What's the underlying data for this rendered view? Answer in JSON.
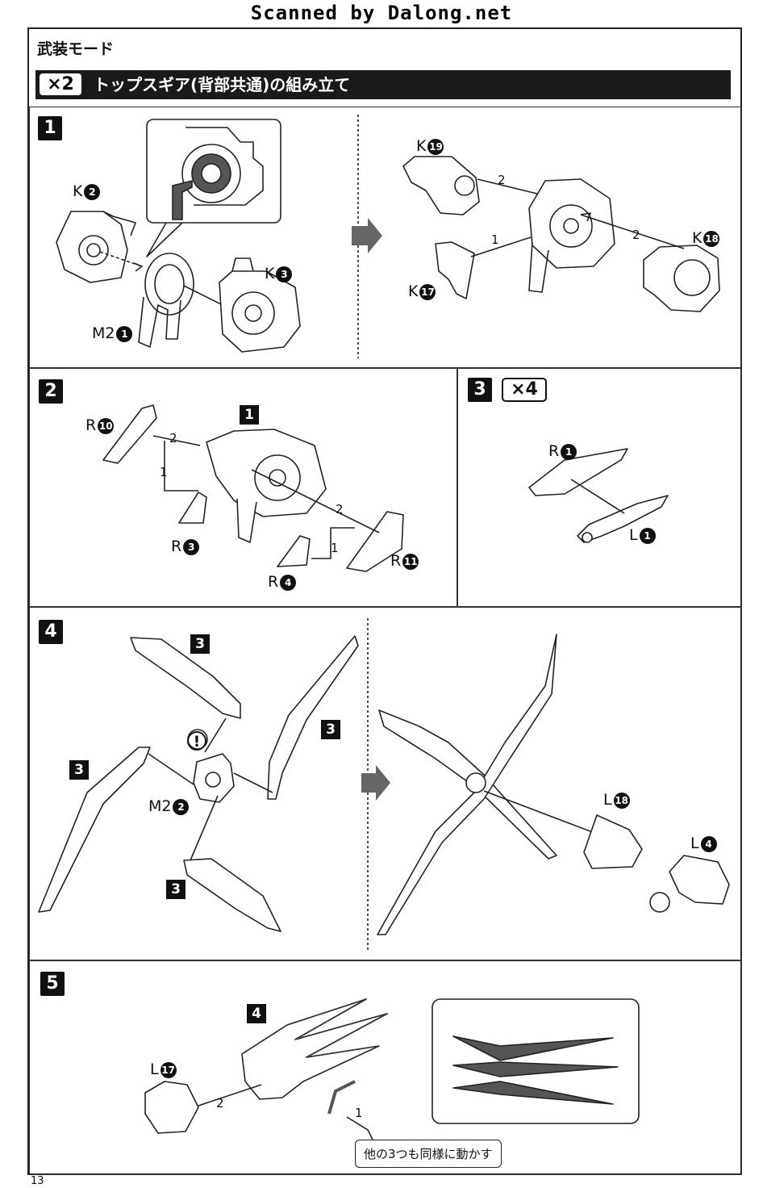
{
  "watermark": "Scanned by Dalong.net",
  "mode_title": "武装モード",
  "subsection": {
    "multiplier": "×2",
    "title": "トップスギア(背部共通)の組み立て"
  },
  "steps": {
    "s1": {
      "number": "1",
      "parts": {
        "k2": "K",
        "k2_n": "2",
        "k3": "K",
        "k3_n": "3",
        "m2_1": "M2",
        "m2_1_n": "1",
        "k19": "K",
        "k19_n": "19",
        "k17": "K",
        "k17_n": "17",
        "k18": "K",
        "k18_n": "18"
      },
      "order": {
        "a": "2",
        "b": "1",
        "c": "2"
      }
    },
    "s2": {
      "number": "2",
      "ref": "1",
      "parts": {
        "r10": "R",
        "r10_n": "10",
        "r3": "R",
        "r3_n": "3",
        "r4": "R",
        "r4_n": "4",
        "r11": "R",
        "r11_n": "11"
      },
      "order": {
        "a": "2",
        "b": "1",
        "c": "2",
        "d": "1"
      }
    },
    "s3": {
      "number": "3",
      "multiplier": "×4",
      "parts": {
        "r1": "R",
        "r1_n": "1",
        "l1": "L",
        "l1_n": "1"
      }
    },
    "s4": {
      "number": "4",
      "refs": {
        "a": "3",
        "b": "3",
        "c": "3",
        "d": "3"
      },
      "caution": "!",
      "parts": {
        "m2_2": "M2",
        "m2_2_n": "2",
        "l18": "L",
        "l18_n": "18",
        "l4": "L",
        "l4_n": "4"
      }
    },
    "s5": {
      "number": "5",
      "ref": "4",
      "parts": {
        "l17": "L",
        "l17_n": "17"
      },
      "order": {
        "a": "2",
        "b": "1"
      },
      "note": "他の3つも同様に動かす"
    }
  },
  "page_number": "13"
}
